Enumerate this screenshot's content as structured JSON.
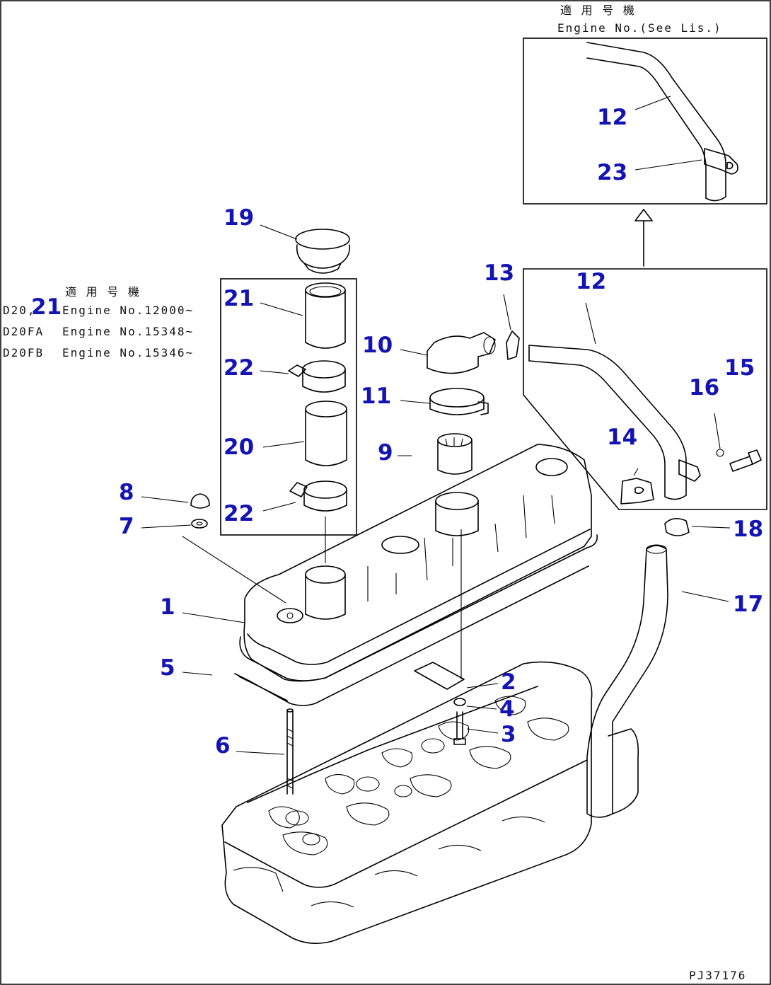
{
  "notes": {
    "top_box_header_jp": "適 用 号 機",
    "top_box_header_en": "Engine No.(See Lis.)",
    "left_header_jp": "適 用 号 機",
    "left_line_1_model": "D20,",
    "left_line_1_engine": "Engine No.12000~",
    "left_line_2_model": "D20FA",
    "left_line_2_engine": "Engine No.15348~",
    "left_line_3_model": "D20FB",
    "left_line_3_engine": "Engine No.15346~"
  },
  "drawing_code": "PJ37176",
  "parts": {
    "p1": "1",
    "p2": "2",
    "p3": "3",
    "p4": "4",
    "p5": "5",
    "p6": "6",
    "p7": "7",
    "p8": "8",
    "p9": "9",
    "p10": "10",
    "p11": "11",
    "p12_top": "12",
    "p12_mid": "12",
    "p13": "13",
    "p14": "14",
    "p15": "15",
    "p16": "16",
    "p17": "17",
    "p18": "18",
    "p19": "19",
    "p20": "20",
    "p21_box": "21",
    "p21_note": "21",
    "p22_a": "22",
    "p22_b": "22",
    "p23": "23"
  },
  "colors": {
    "label": "#1414b4",
    "line": "#000000",
    "background": "#ffffff"
  }
}
